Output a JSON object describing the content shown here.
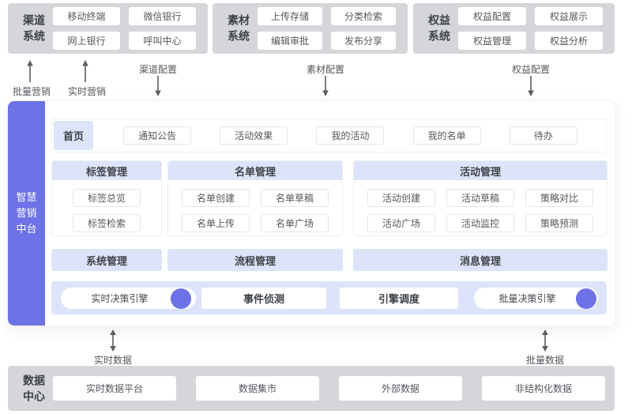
{
  "top_systems": [
    {
      "title": "渠道系统",
      "items": [
        "移动终端",
        "微信银行",
        "网上银行",
        "呼叫中心"
      ]
    },
    {
      "title": "素材系统",
      "items": [
        "上传存储",
        "分类检索",
        "编辑审批",
        "发布分享"
      ]
    },
    {
      "title": "权益系统",
      "items": [
        "权益配置",
        "权益展示",
        "权益管理",
        "权益分析"
      ]
    }
  ],
  "flow_labels": {
    "batch_marketing": "批量营销",
    "realtime_marketing": "实时营销",
    "channel_config": "渠道配置",
    "material_config": "素材配置",
    "benefit_config": "权益配置",
    "realtime_data": "实时数据",
    "batch_data": "批量数据"
  },
  "platform": {
    "sidebar_lines": [
      "智慧",
      "营销",
      "中台"
    ],
    "home_tab": "首页",
    "tabs": [
      "通知公告",
      "活动效果",
      "我的活动",
      "我的名单",
      "待办"
    ],
    "sections": [
      {
        "title": "标签管理",
        "buttons": [
          "标签总览",
          "标签检索"
        ]
      },
      {
        "title": "名单管理",
        "buttons": [
          "名单创建",
          "名单草稿",
          "名单上传",
          "名单广场"
        ]
      },
      {
        "title": "活动管理",
        "buttons": [
          "活动创建",
          "活动草稿",
          "策略对比",
          "活动广场",
          "活动监控",
          "策略预测"
        ]
      }
    ],
    "bars": [
      "系统管理",
      "流程管理",
      "消息管理"
    ],
    "engines": [
      "实时决策引擎",
      "事件侦测",
      "引擎调度",
      "批量决策引擎"
    ]
  },
  "data_center": {
    "title": "数据中心",
    "items": [
      "实时数据平台",
      "数据集市",
      "外部数据",
      "非结构化数据"
    ]
  },
  "colors": {
    "accent_purple": "#6d72e6",
    "light_purple": "#dde4fa",
    "system_gray": "#d4d6d9"
  }
}
